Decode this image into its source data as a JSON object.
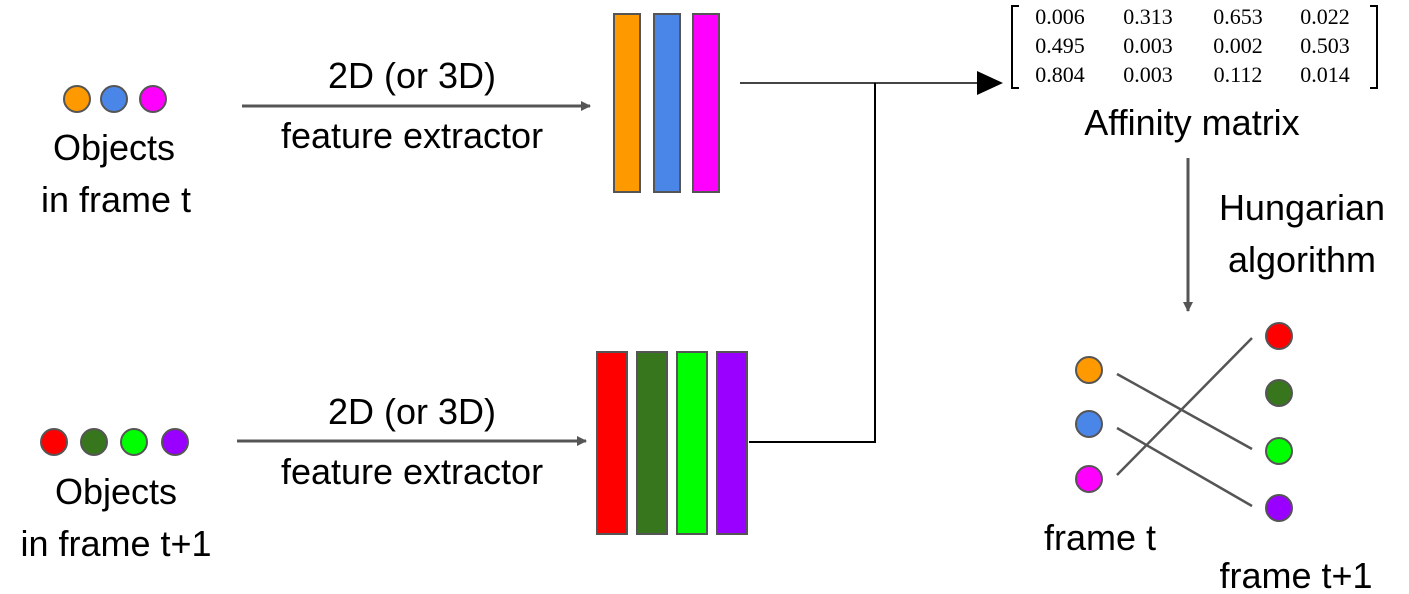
{
  "top_row": {
    "objects_label": [
      "Objects",
      "in frame t"
    ],
    "extractor_label": [
      "2D (or 3D)",
      "feature extractor"
    ],
    "object_colors": [
      "#ff9900",
      "#4a86e8",
      "#ff00ff"
    ]
  },
  "bottom_row": {
    "objects_label": [
      "Objects",
      "in frame t+1"
    ],
    "extractor_label": [
      "2D (or 3D)",
      "feature extractor"
    ],
    "object_colors": [
      "#ff0000",
      "#38761d",
      "#00ff00",
      "#9900ff"
    ]
  },
  "affinity": {
    "matrix": [
      [
        "0.006",
        "0.313",
        "0.653",
        "0.022"
      ],
      [
        "0.495",
        "0.003",
        "0.002",
        "0.503"
      ],
      [
        "0.804",
        "0.003",
        "0.112",
        "0.014"
      ]
    ],
    "label": "Affinity matrix"
  },
  "hungarian": {
    "label": [
      "Hungarian",
      "algorithm"
    ]
  },
  "bipartite": {
    "left_label": "frame t",
    "right_label": "frame t+1",
    "left_colors": [
      "#ff9900",
      "#4a86e8",
      "#ff00ff"
    ],
    "right_colors": [
      "#ff0000",
      "#38761d",
      "#00ff00",
      "#9900ff"
    ],
    "matches": [
      [
        0,
        2
      ],
      [
        1,
        3
      ],
      [
        2,
        0
      ]
    ]
  }
}
